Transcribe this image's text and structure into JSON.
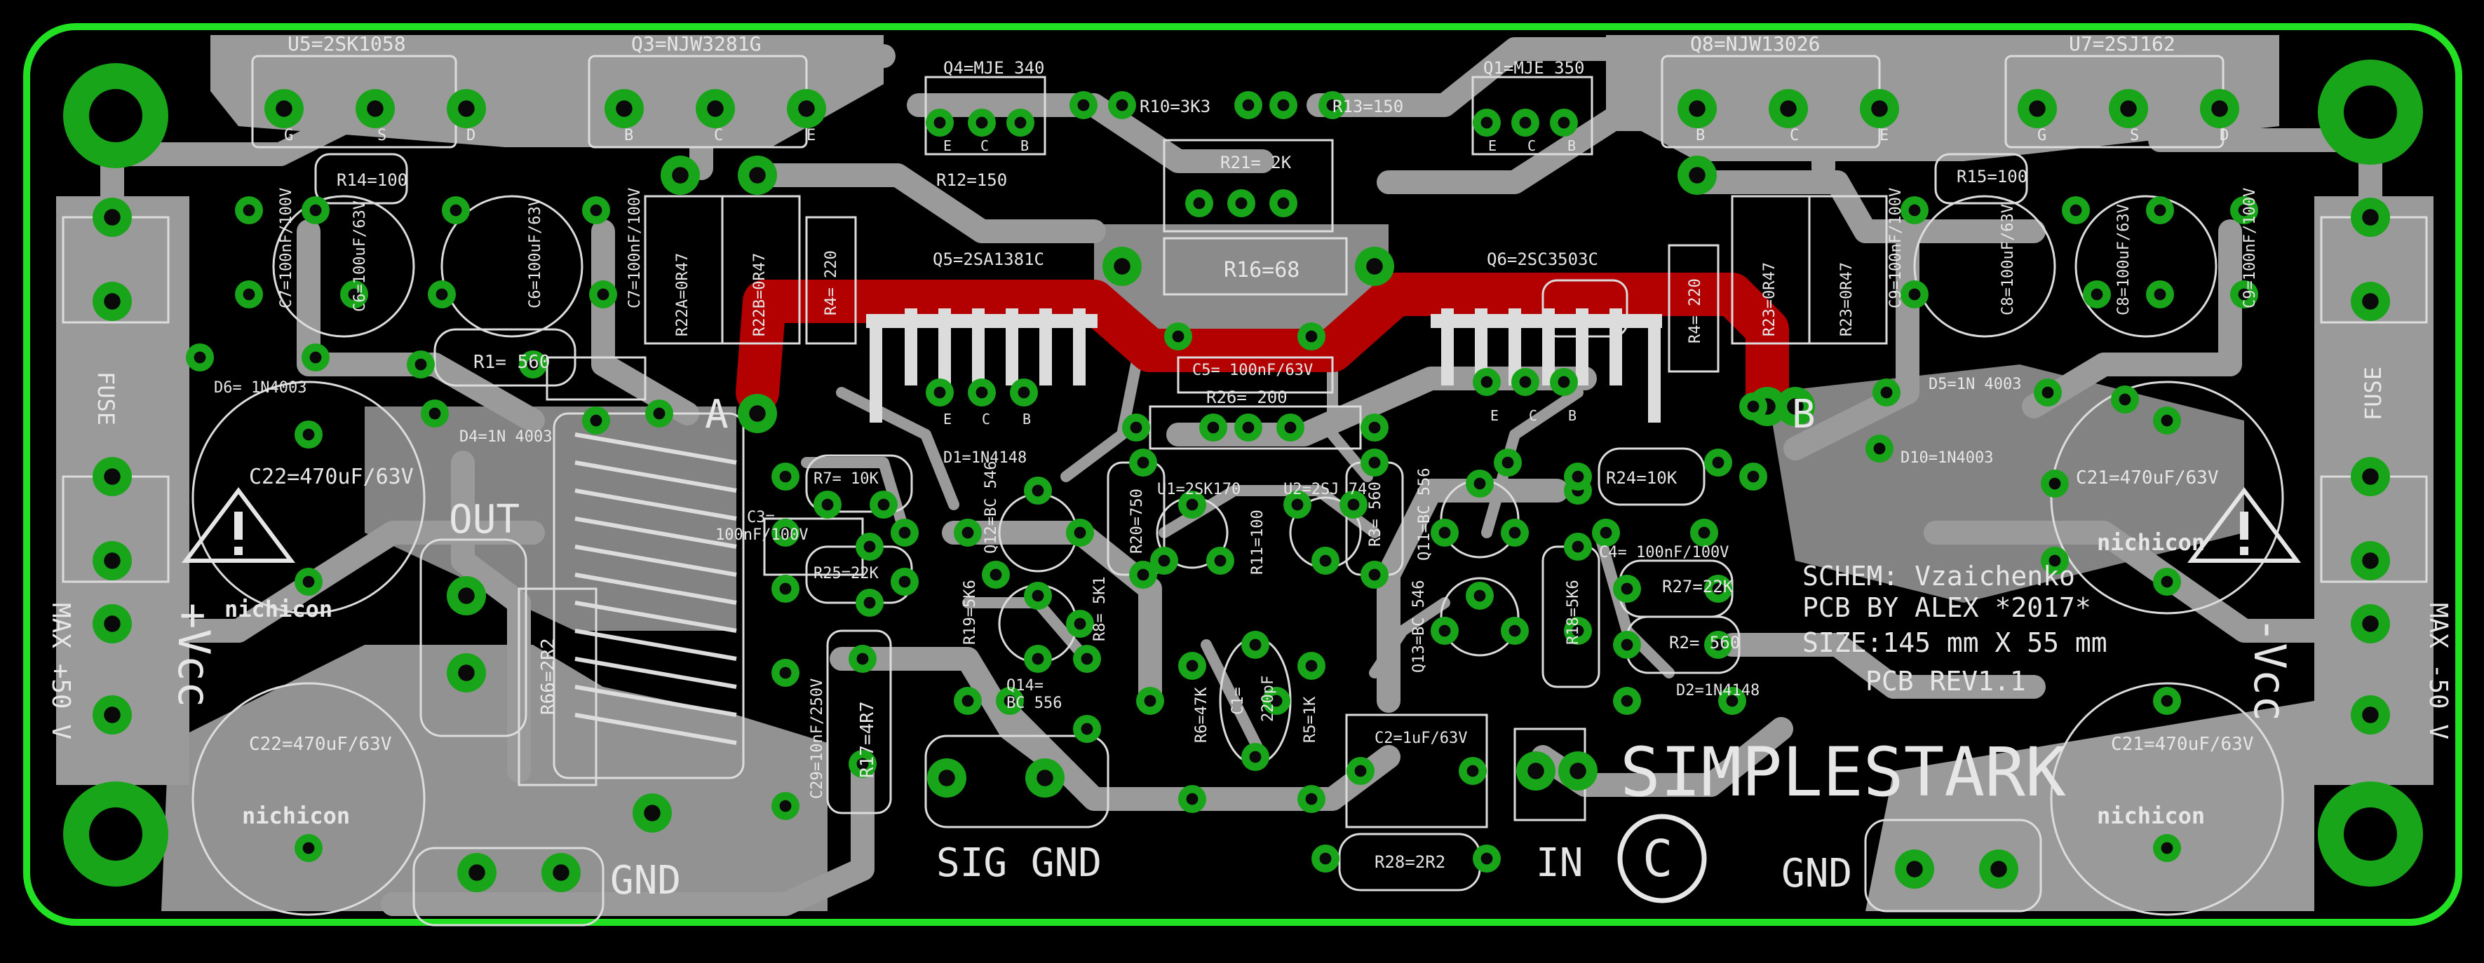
{
  "board": {
    "colors": {
      "background": "#000000",
      "outline": "#22e022",
      "copper": "#9a9a9a",
      "pad": "#19a519",
      "silkscreen": "#e6e6e6",
      "heatsink_copper": "#b30000",
      "heatsink_fins": "#dcdcdc"
    },
    "labels": {
      "u5": "U5=2SK1058",
      "q3": "Q3=NJW3281G",
      "q4": "Q4=MJE 340",
      "q1": "Q1=MJE 350",
      "q8": "Q8=NJW13026",
      "u7": "U7=2SJ162",
      "r10": "R10=3K3",
      "r13": "R13=150",
      "r21": "R21= 2K",
      "r12": "R12=150",
      "r14": "R14=100",
      "r15": "R15=100",
      "c7a": "C7=100nF/100V",
      "c6": "C6=100uF/63V",
      "c6b": "C6=100uF/63V",
      "c7b": "C7=100nF/100V",
      "r22a": "R22A=0R47",
      "r22b": "R22B=0R47",
      "r4a": "R4= 220",
      "r4b": "R4= 220",
      "q5": "Q5=2SA1381C",
      "q6": "Q6=2SC3503C",
      "r16": "R16=68",
      "c5": "C5= 100nF/63V",
      "r26": "R26= 200",
      "r23a": "R23=0R47",
      "r23b": "R23=0R47",
      "c9": "C9=100nF/100V",
      "c8": "C8=100uF/63V",
      "c8b": "C8=100uF/63V",
      "c9b": "C9=100nF/100V",
      "d6": "D6= 1N4003",
      "r1": "R1= 560",
      "d4": "D4=1N 4003",
      "d5": "D5=1N 4003",
      "d10": "D10=1N4003",
      "d1": "D1=1N4148",
      "d2": "D2=1N4148",
      "c22a": "C22=470uF/63V",
      "c22b": "C22=470uF/63V",
      "c21a": "C21=470uF/63V",
      "c21b": "C21=470uF/63V",
      "brand": "nichicon",
      "fuse": "FUSE",
      "point_a": "A",
      "point_b": "B",
      "r7": "R7= 10K",
      "c3a": "C3=",
      "c3b": "100nF/100V",
      "r25": "R25=22K",
      "out": "OUT",
      "q12": "Q12=BC 546",
      "r20": "R20=750",
      "u1": "U1=2SK170",
      "u2": "U2=2SJ 74",
      "r3": "R3= 560",
      "q11": "Q11=BC 556",
      "r24": "R24=10K",
      "c4": "C4= 100nF/100V",
      "r27": "R27=22K",
      "r2": "R2= 560",
      "r18": "R18=5K6",
      "r19": "R19=5K6",
      "r8": "R8= 5K1",
      "r11": "R11=100",
      "q14": "Q14=",
      "q14b": "BC 556",
      "q13": "Q13=BC 546",
      "r66": "R66=2R2",
      "r6": "R6=47K",
      "c1": "C1=",
      "c1b": "220pF",
      "r5": "R5=1K",
      "c2": "C2=1uF/63V",
      "c29": "C29=10nF/250V",
      "r17": "R17=4R7",
      "r28": "R28=2R2",
      "gnd_left": "GND",
      "sig_gnd": "SIG GND",
      "in": "IN",
      "gnd_right": "GND",
      "title": "SIMPLESTARK",
      "copyright": "C",
      "schem": "SCHEM: Vzaichenko",
      "pcb_by": "PCB BY ALEX *2017*",
      "size": "SIZE:145 mm X 55 mm",
      "rev": "PCB REV1.1",
      "vcc_pos": "+Vcc",
      "vcc_neg": "-Vcc",
      "max_pos": "MAX +50 V",
      "max_neg": "MAX -50 V",
      "q_b": "B",
      "q_c": "C",
      "q_e": "E",
      "q_g": "G",
      "q_s": "S",
      "q_d": "D"
    }
  }
}
